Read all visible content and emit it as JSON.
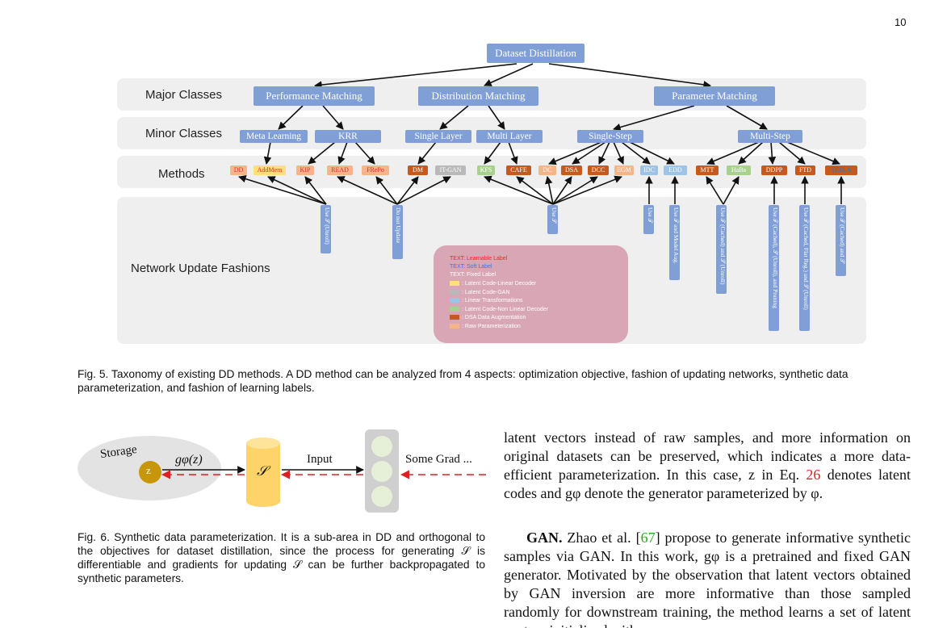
{
  "page_number": "10",
  "fig5": {
    "root": "Dataset Distillation",
    "rows": {
      "major": "Major Classes",
      "minor": "Minor Classes",
      "methods": "Methods",
      "network": "Network Update Fashions"
    },
    "major": [
      "Performance Matching",
      "Distribution Matching",
      "Parameter Matching"
    ],
    "minor": [
      "Meta Learning",
      "KRR",
      "Single Layer",
      "Multi Layer",
      "Single-Step",
      "Multi-Step"
    ],
    "methods": [
      {
        "label": "DD",
        "fill": "#f6b48a",
        "text": "#d43030"
      },
      {
        "label": "AddMem",
        "fill": "#fde07a",
        "text": "#d43030"
      },
      {
        "label": "KIP",
        "fill": "#f6b48a",
        "text": "#d43030"
      },
      {
        "label": "READ",
        "fill": "#f6b48a",
        "text": "#d43030"
      },
      {
        "label": "FRePo",
        "fill": "#f6b48a",
        "text": "#d43030"
      },
      {
        "label": "DM",
        "fill": "#c65a1e",
        "text": "#ffffff"
      },
      {
        "label": "IT-GAN",
        "fill": "#b9b9b9",
        "text": "#ffffff"
      },
      {
        "label": "KFS",
        "fill": "#a9d18e",
        "text": "#ffffff"
      },
      {
        "label": "CAFE",
        "fill": "#c65a1e",
        "text": "#ffffff"
      },
      {
        "label": "DC",
        "fill": "#f6b48a",
        "text": "#ffffff"
      },
      {
        "label": "DSA",
        "fill": "#c65a1e",
        "text": "#ffffff"
      },
      {
        "label": "DCC",
        "fill": "#c65a1e",
        "text": "#ffffff"
      },
      {
        "label": "EGM",
        "fill": "#f6b48a",
        "text": "#ffffff"
      },
      {
        "label": "IDC",
        "fill": "#9dc3e6",
        "text": "#ffffff"
      },
      {
        "label": "EDD",
        "fill": "#9dc3e6",
        "text": "#ffffff"
      },
      {
        "label": "MTT",
        "fill": "#c65a1e",
        "text": "#ffffff"
      },
      {
        "label": "HaBa",
        "fill": "#a9d18e",
        "text": "#ffffff"
      },
      {
        "label": "DDPP",
        "fill": "#c65a1e",
        "text": "#ffffff"
      },
      {
        "label": "FTD",
        "fill": "#c65a1e",
        "text": "#ffffff"
      },
      {
        "label": "TESLA",
        "fill": "#c65a1e",
        "text": "#2e75b6"
      }
    ],
    "updates": [
      "Use 𝒮 (Unroll)",
      "Do not Update",
      "Use 𝒮",
      "Use 𝒯",
      "Use 𝒯 and Model Aug.",
      "Use 𝒯 (Cached) and 𝒮 (Unroll)",
      "Use 𝒯 (Cached), 𝒮 (Unroll), and Pruning",
      "Use 𝒯 (Cached, Flat Reg.) and 𝒮 (Unroll)",
      "Use 𝒯 (Cached) and 𝒮"
    ],
    "legend": {
      "text_items": [
        {
          "label": "TEXT: Learnable Label",
          "color": "#ff2020"
        },
        {
          "label": "TEXT: Soft Label",
          "color": "#2e75ff"
        },
        {
          "label": "TEXT: Fixed Label",
          "color": "#ffffff"
        }
      ],
      "swatch_items": [
        {
          "label": ": Latent Code-Linear Decoder",
          "color": "#fde07a"
        },
        {
          "label": ": Latent Code-GAN",
          "color": "#b9b9b9"
        },
        {
          "label": ": Linear Transformations",
          "color": "#9dc3e6"
        },
        {
          "label": ": Latent Code-Non Linear Decoder",
          "color": "#a9d18e"
        },
        {
          "label": ": DSA Data Augmentation",
          "color": "#c65a1e"
        },
        {
          "label": ": Raw Parameterization",
          "color": "#f6b48a"
        }
      ]
    },
    "caption": "Fig. 5. Taxonomy of existing DD methods. A DD method can be analyzed from 4 aspects: optimization objective, fashion of updating networks, synthetic data parameterization, and fashion of learning labels."
  },
  "fig6": {
    "storage": "Storage",
    "z": "z",
    "g": "gφ(z)",
    "s": "𝒮",
    "input": "Input",
    "grad": "Some Grad ...",
    "caption": "Fig. 6. Synthetic data parameterization. It is a sub-area in DD and orthogonal to the objectives for dataset distillation, since the process for generating 𝒮 is differentiable and gradients for updating 𝒮 can be further backpropagated to synthetic parameters."
  },
  "body": {
    "p1_a": "latent vectors instead of raw samples, and more information on original datasets can be preserved, which indicates a more data-efficient parameterization. In this case, z in Eq. ",
    "p1_ref": "26",
    "p1_b": " denotes latent codes and gφ denote the generator parameterized by φ.",
    "p2_head": "GAN.",
    "p2_a": " Zhao et al. [",
    "p2_ref": "67",
    "p2_b": "] propose to generate informative synthetic samples via GAN. In this work, gφ is a pretrained and fixed GAN generator. Motivated by the observation that latent vectors obtained by GAN inversion are more informative than those sampled randomly for downstream training, the method learns a set of latent vectors initialized with"
  }
}
